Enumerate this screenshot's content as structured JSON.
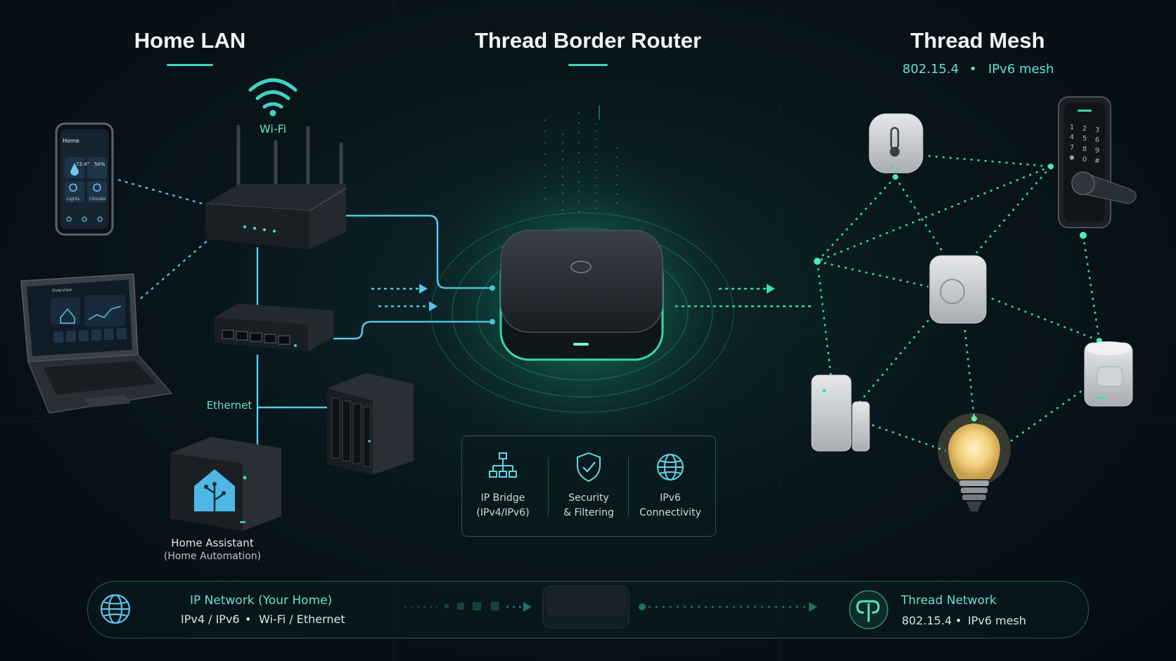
{
  "sections": {
    "lan": {
      "title": "Home LAN"
    },
    "border_router": {
      "title": "Thread Border Router"
    },
    "mesh": {
      "title": "Thread Mesh",
      "subtitle_a": "802.15.4",
      "subtitle_sep": "•",
      "subtitle_b": "IPv6 mesh"
    }
  },
  "lan_labels": {
    "wifi": "Wi-Fi",
    "ethernet": "Ethernet",
    "home_assistant": "Home Assistant",
    "home_assistant_sub": "(Home Automation)"
  },
  "phone": {
    "title": "Home",
    "temp": "72.4°",
    "humidity": "50%",
    "tile_a": "Lights",
    "tile_b": "Climate"
  },
  "laptop": {
    "screen_title": "Overview"
  },
  "features": [
    {
      "icon": "network-tree-icon",
      "line1": "IP Bridge",
      "line2": "(IPv4/IPv6)"
    },
    {
      "icon": "shield-check-icon",
      "line1": "Security",
      "line2": "& Filtering"
    },
    {
      "icon": "globe-icon",
      "line1": "IPv6",
      "line2": "Connectivity"
    }
  ],
  "bottom_bar": {
    "ip_title": "IP Network (Your Home)",
    "ip_sub_a": "IPv4 / IPv6",
    "ip_sub_sep": "•",
    "ip_sub_b": "Wi-Fi / Ethernet",
    "thread_title": "Thread Network",
    "thread_sub_a": "802.15.4",
    "thread_sub_sep": "•",
    "thread_sub_b": "IPv6 mesh"
  },
  "lock_keys": [
    "1",
    "2",
    "3",
    "4",
    "5",
    "6",
    "7",
    "8",
    "9",
    "✱",
    "0",
    "#"
  ],
  "colors": {
    "accent": "#3fd4c2",
    "mesh_line": "#35e0a5",
    "lan_line": "#56c7e8",
    "glow": "#2ee8b0"
  }
}
